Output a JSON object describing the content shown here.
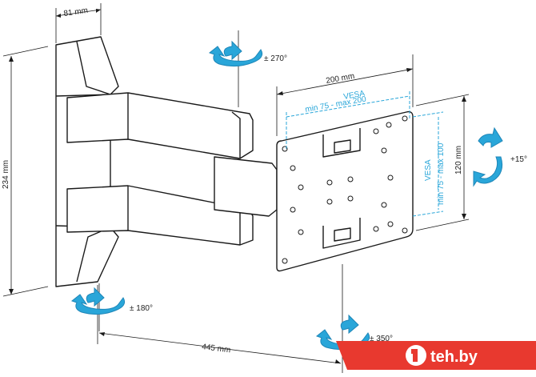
{
  "dimensions": {
    "depth_top": "81 mm",
    "height_left": "234 mm",
    "reach_bottom": "445 mm",
    "plate_width": "200 mm",
    "plate_height": "120 mm"
  },
  "vesa": {
    "horizontal_title": "VESA",
    "horizontal_range": "min 75 - max 200",
    "vertical_title": "VESA",
    "vertical_range": "min 75 - max 100"
  },
  "rotations": {
    "top_swivel": "± 270°",
    "tilt": "+15°",
    "wall_swivel": "± 180°",
    "plate_swivel": "± 350°"
  },
  "watermark": {
    "text": "teh.by"
  },
  "colors": {
    "accent": "#29a6d9",
    "line": "#1a1a1a",
    "brand": "#e8392f"
  }
}
